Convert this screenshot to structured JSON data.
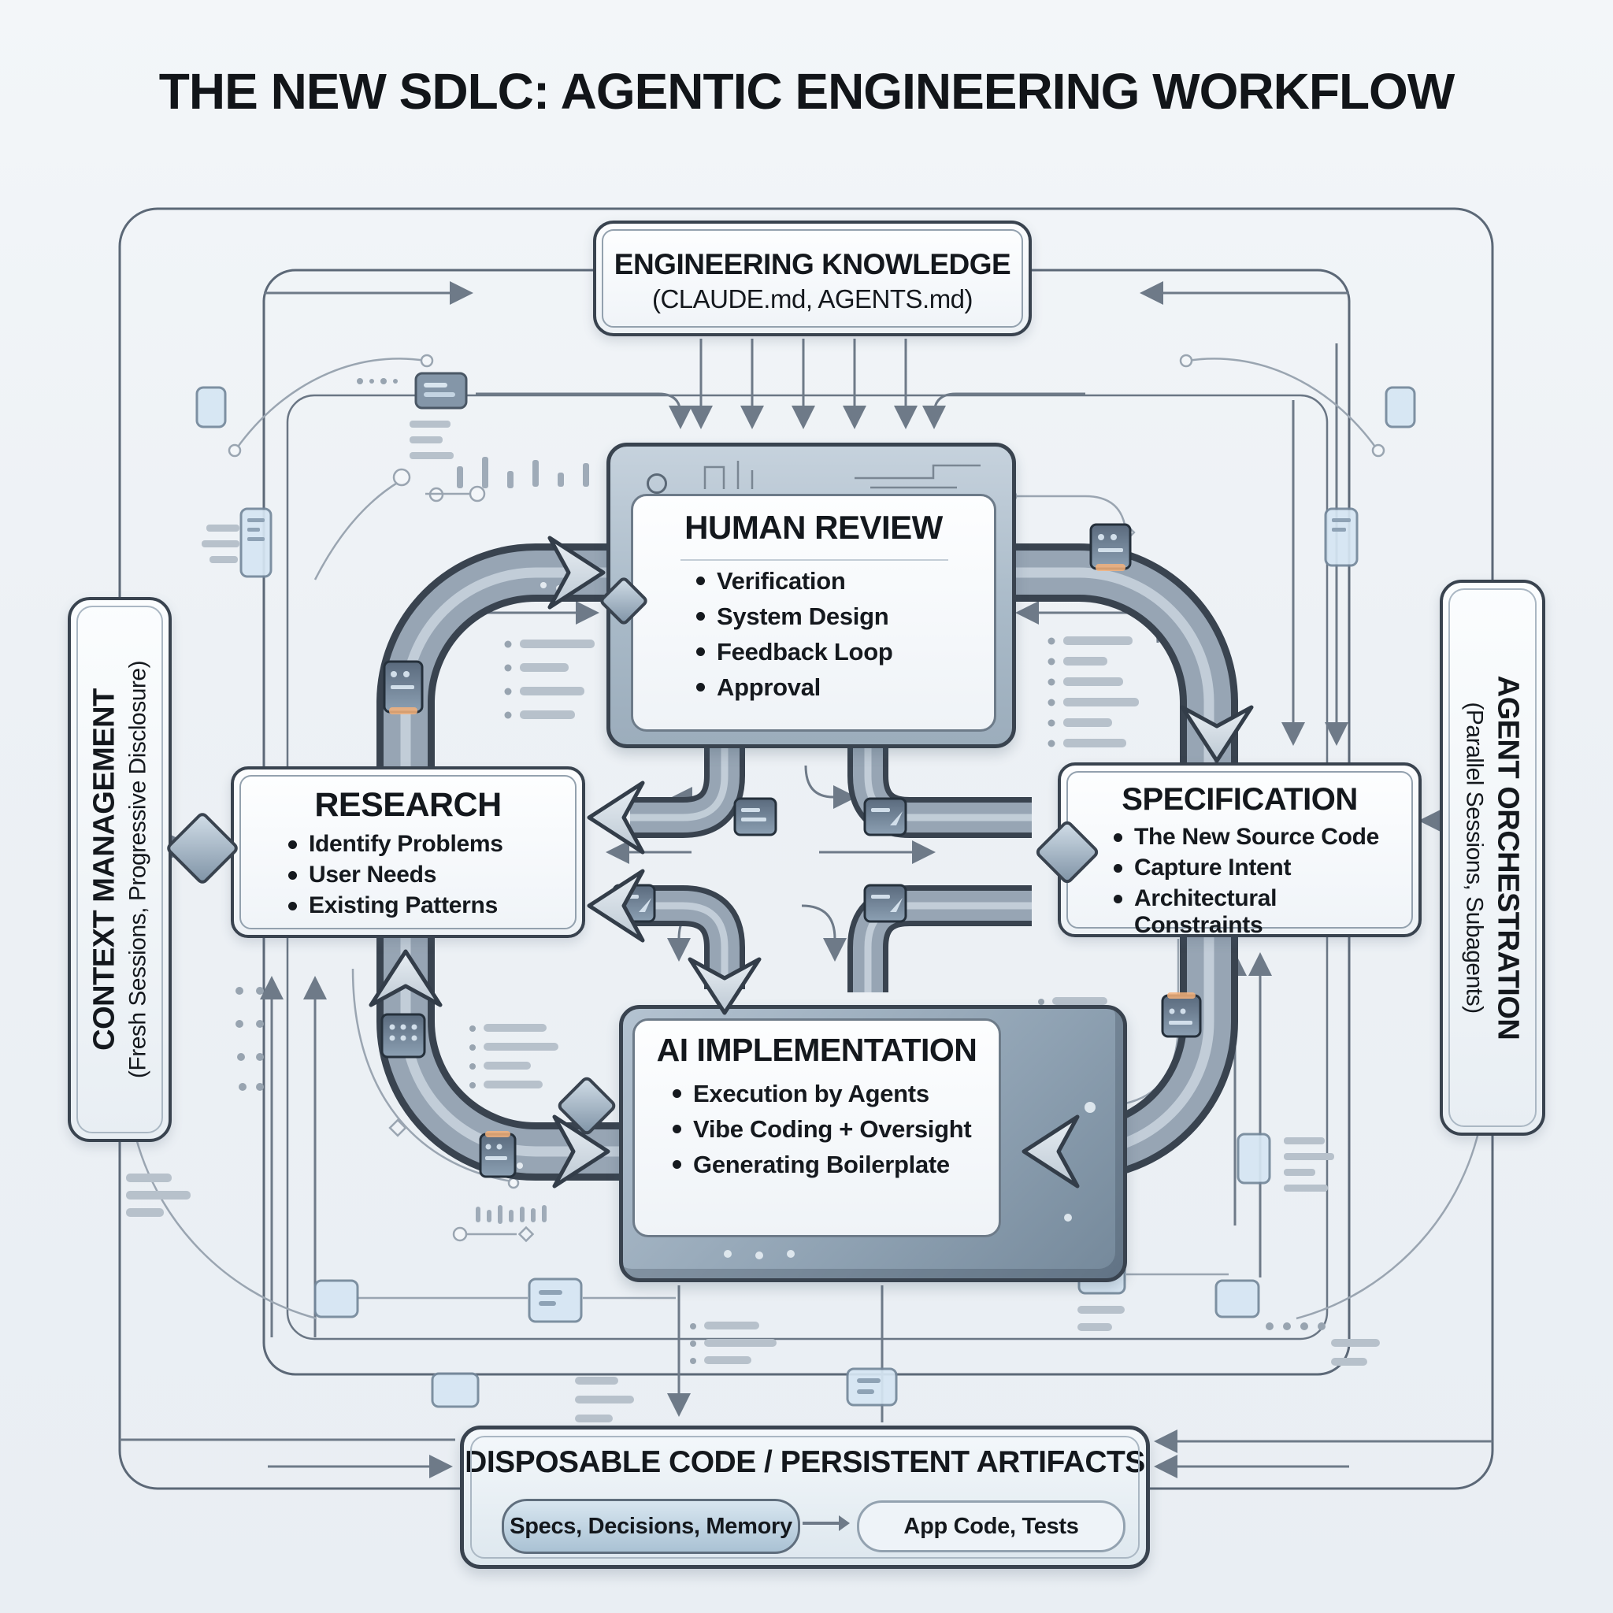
{
  "title": "THE NEW SDLC: AGENTIC ENGINEERING WORKFLOW",
  "nodes": {
    "engineering_knowledge": {
      "title": "ENGINEERING KNOWLEDGE",
      "subtitle": "(CLAUDE.md, AGENTS.md)"
    },
    "human_review": {
      "title": "HUMAN REVIEW",
      "bullets": [
        "Verification",
        "System Design",
        "Feedback Loop",
        "Approval"
      ]
    },
    "research": {
      "title": "RESEARCH",
      "bullets": [
        "Identify Problems",
        "User Needs",
        "Existing Patterns"
      ]
    },
    "specification": {
      "title": "SPECIFICATION",
      "bullets": [
        "The New Source Code",
        "Capture Intent",
        "Architectural Constraints"
      ]
    },
    "ai_implementation": {
      "title": "AI IMPLEMENTATION",
      "bullets": [
        "Execution by Agents",
        "Vibe Coding + Oversight",
        "Generating Boilerplate"
      ]
    },
    "context_management": {
      "title": "CONTEXT MANAGEMENT",
      "subtitle": "(Fresh Sessions, Progressive Disclosure)"
    },
    "agent_orchestration": {
      "title": "AGENT ORCHESTRATION",
      "subtitle": "(Parallel Sessions, Subagents)"
    },
    "artifacts": {
      "title": "DISPOSABLE CODE / PERSISTENT ARTIFACTS",
      "left_chip": "Specs, Decisions, Memory",
      "right_chip": "App Code, Tests"
    }
  },
  "colors": {
    "background": "#edf1f5",
    "ink": "#14181d",
    "pipe_outline": "#39434f",
    "pipe_fill": "#97a5b4",
    "panel": "#fbfdfe",
    "frame_metal": "#a9bac8",
    "glow": "#f4b27b"
  }
}
